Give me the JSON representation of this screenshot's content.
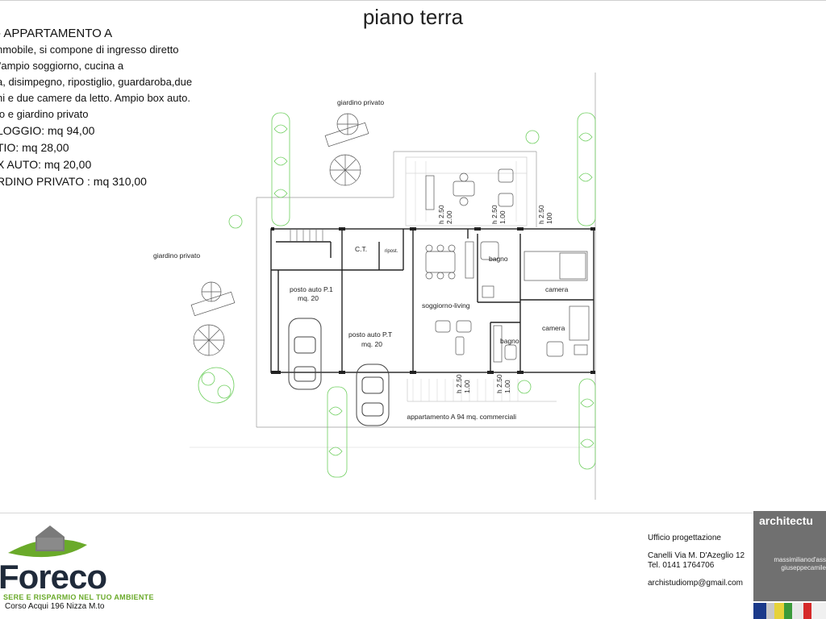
{
  "title": "piano terra",
  "description": {
    "heading": "APPARTAMENTO A",
    "lines": [
      "nmobile, si compone di ingresso diretto",
      "l'ampio soggiorno, cucina a",
      "a, disimpegno, ripostiglio, guardaroba,due",
      "ni e due camere da letto. Ampio box auto.",
      "io e giardino privato"
    ],
    "areas": [
      "LOGGIO: mq 94,00",
      "TIO: mq 28,00",
      "X AUTO: mq 20,00",
      "RDINO PRIVATO : mq 310,00"
    ]
  },
  "plan": {
    "garden_top": "giardino privato",
    "garden_left": "giardino privato",
    "ct": "C.T.",
    "ripost": "ripost.",
    "garage_1": "posto auto P.1",
    "garage_1_area": "mq. 20",
    "garage_t": "posto auto P.T",
    "garage_t_area": "mq. 20",
    "living": "soggiorno-living",
    "bathroom_1": "bagno",
    "bathroom_2": "bagno",
    "bedroom_1": "camera",
    "bedroom_2": "camera",
    "h_top_1": "h 2.50",
    "h_top_1b": "2.00",
    "h_top_2": "h 2.50",
    "h_top_2b": "1.00",
    "h_top_3": "h 2.50",
    "h_top_3b": "100",
    "h_bot_1": "h 2.50",
    "h_bot_1b": "1.00",
    "h_bot_2": "h 2.50",
    "h_bot_2b": "1.00",
    "caption": "appartamento A 94 mq. commerciali"
  },
  "office": {
    "title": "Ufficio progettazione",
    "address": "Canelli Via M. D'Azeglio 12",
    "phone": "Tel. 0141 1764706",
    "email": "archistudiomp@gmail.com"
  },
  "studio": {
    "brand": "architectu",
    "name_1": "massimilianod'ass",
    "name_2": "giuseppecamile"
  },
  "logo": {
    "name": "Foreco",
    "tagline": "SERE E RISPARMIO NEL TUO AMBIENTE",
    "address": "Corso Acqui 196 Nizza M.to",
    "green": "#6aaa2a",
    "dark": "#1f2a3a",
    "house_gray": "#7a7a7a"
  },
  "swatch_colors": [
    "#1b3a8a",
    "#c8c8c8",
    "#e6d23a",
    "#3a9a3a",
    "#e8e8e8",
    "#d62a2a",
    "#f0f0f0"
  ]
}
